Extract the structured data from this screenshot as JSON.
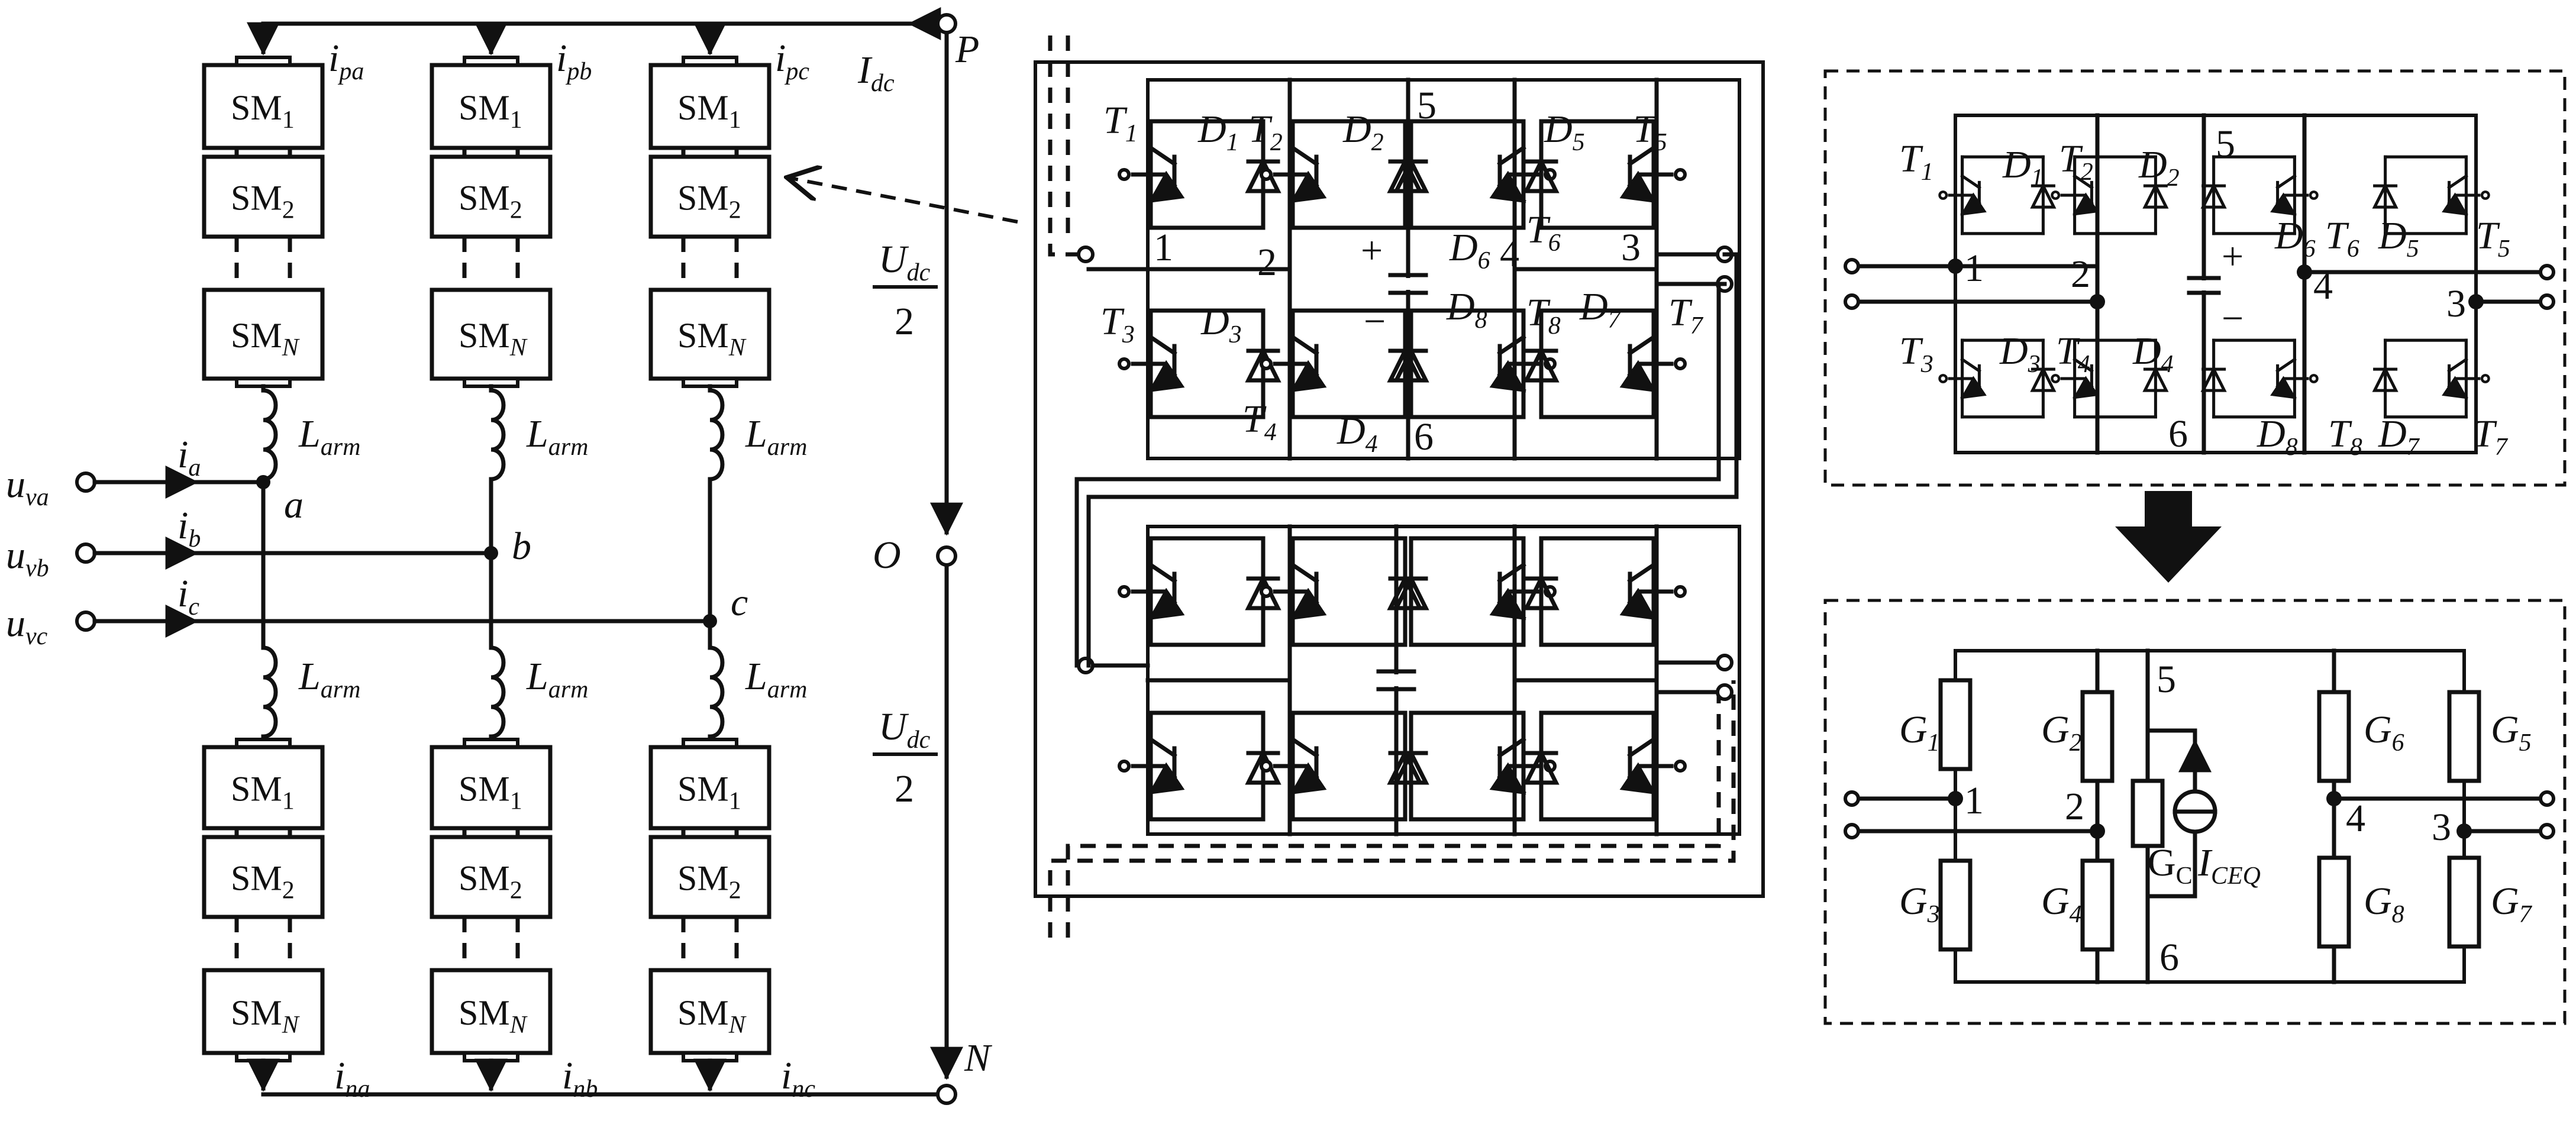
{
  "converter": {
    "arms": [
      {
        "phase": "a",
        "upper_current": "pa",
        "lower_current": "na"
      },
      {
        "phase": "b",
        "upper_current": "pb",
        "lower_current": "nb"
      },
      {
        "phase": "c",
        "upper_current": "pc",
        "lower_current": "nc"
      }
    ],
    "submodules": [
      "1",
      "2",
      "N"
    ],
    "sm_prefix": "SM",
    "arm_inductor": "L",
    "arm_inductor_sub": "arm",
    "phase_labels": [
      "a",
      "b",
      "c"
    ],
    "ac_voltages": [
      {
        "base": "u",
        "sub": "va"
      },
      {
        "base": "u",
        "sub": "vb"
      },
      {
        "base": "u",
        "sub": "vc"
      }
    ],
    "ac_currents": [
      {
        "base": "i",
        "sub": "a"
      },
      {
        "base": "i",
        "sub": "b"
      },
      {
        "base": "i",
        "sub": "c"
      }
    ],
    "current_base": "i",
    "dc_current": {
      "base": "I",
      "sub": "dc"
    },
    "dc_voltage": {
      "base": "U",
      "sub": "dc",
      "denominator": "2"
    },
    "terminals": {
      "positive": "P",
      "midpoint": "O",
      "negative": "N"
    }
  },
  "submodule_circuit": {
    "switches": [
      "1",
      "2",
      "3",
      "4",
      "5",
      "6",
      "7",
      "8"
    ],
    "node_labels": [
      "1",
      "2",
      "3",
      "4",
      "5",
      "6"
    ],
    "switch_prefix": "T",
    "diode_prefix": "D",
    "capacitor_plus": "+",
    "capacitor_minus": "−"
  },
  "equivalent_circuit": {
    "conductance_prefix": "G",
    "conductances": [
      "1",
      "2",
      "3",
      "4",
      "5",
      "6",
      "7",
      "8"
    ],
    "capacitor_conductance_sub": "C",
    "current_source": {
      "base": "I",
      "sub": "CEQ"
    },
    "node_labels": [
      "1",
      "2",
      "3",
      "4",
      "5",
      "6"
    ]
  }
}
